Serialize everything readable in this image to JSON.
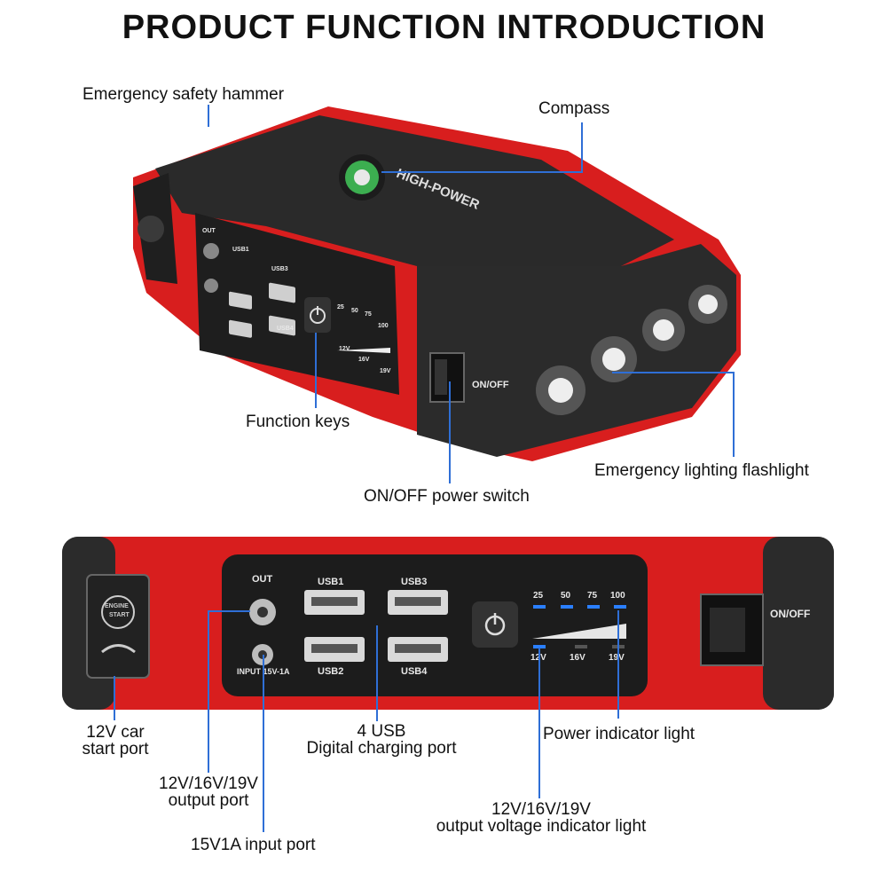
{
  "title": "PRODUCT FUNCTION INTRODUCTION",
  "top_labels": {
    "hammer": "Emergency safety hammer",
    "compass": "Compass",
    "function_keys": "Function keys",
    "flashlight": "Emergency lighting flashlight",
    "onoff_switch": "ON/OFF power switch"
  },
  "top_device_text": {
    "brand": "HIGH-POWER",
    "onoff": "ON/OFF",
    "out": "OUT",
    "usb1": "USB1",
    "usb3": "USB3",
    "usb4": "USB4",
    "levels": [
      "25",
      "50",
      "75",
      "100"
    ],
    "voltages": [
      "12V",
      "16V",
      "19V"
    ]
  },
  "bottom_device_text": {
    "out": "OUT",
    "input": "INPUT 15V-1A",
    "usb1": "USB1",
    "usb2": "USB2",
    "usb3": "USB3",
    "usb4": "USB4",
    "onoff": "ON/OFF",
    "engine_start_1": "ENGINE",
    "engine_start_2": "START",
    "levels": [
      "25",
      "50",
      "75",
      "100"
    ],
    "voltages": [
      "12V",
      "16V",
      "19V"
    ]
  },
  "bottom_labels": {
    "car_start_1": "12V car",
    "car_start_2": "start port",
    "output_port_1": "12V/16V/19V",
    "output_port_2": "output port",
    "input_port": "15V1A input port",
    "usb_1": "4 USB",
    "usb_2": "Digital charging port",
    "power_indicator": "Power indicator light",
    "voltage_indicator_1": "12V/16V/19V",
    "voltage_indicator_2": "output voltage indicator light"
  },
  "colors": {
    "accent_blue": "#2f6fd6",
    "device_red": "#d81e1e",
    "device_black": "#262626",
    "led_blue": "#2a7fff"
  },
  "icons": [
    "compass-icon",
    "power-icon",
    "flashlight-icon",
    "engine-start-icon"
  ]
}
